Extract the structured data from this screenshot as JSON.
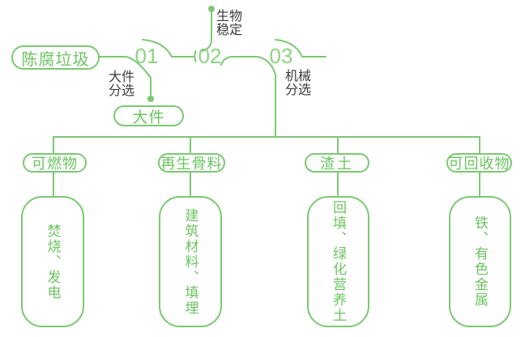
{
  "colors": {
    "line-green": "#7cc873",
    "number-green": "#8fd284",
    "green-text": "#6bc45f",
    "text-dark": "#3b3b3b",
    "bg": "#ffffff"
  },
  "source": {
    "label": "陈腐垃圾"
  },
  "steps": [
    {
      "number": "01",
      "label_line1": "大件",
      "label_line2": "分选",
      "output": "大件"
    },
    {
      "number": "02",
      "label_line1": "生物",
      "label_line2": "稳定"
    },
    {
      "number": "03",
      "label_line1": "机械",
      "label_line2": "分选"
    }
  ],
  "branches": [
    {
      "category": "可燃物",
      "detail": "焚烧、发电"
    },
    {
      "category": "再生骨料",
      "detail": "建筑材料、填埋"
    },
    {
      "category": "渣土",
      "detail": "回填、绿化营养土"
    },
    {
      "category": "可回收物",
      "detail": "铁、有色金属"
    }
  ]
}
